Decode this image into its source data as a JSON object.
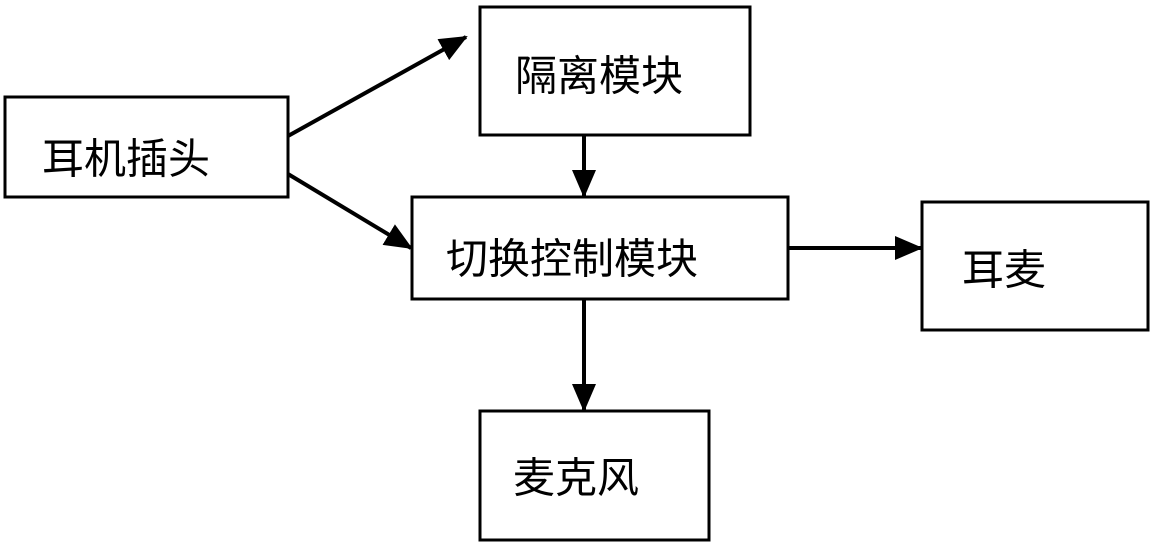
{
  "nodes": {
    "headphone_plug": {
      "label": "耳机插头"
    },
    "isolation_module": {
      "label": "隔离模块"
    },
    "switch_control_module": {
      "label": "切换控制模块"
    },
    "earpiece": {
      "label": "耳麦"
    },
    "microphone": {
      "label": "麦克风"
    }
  },
  "colors": {
    "stroke": "#000000",
    "fill": "#ffffff"
  }
}
